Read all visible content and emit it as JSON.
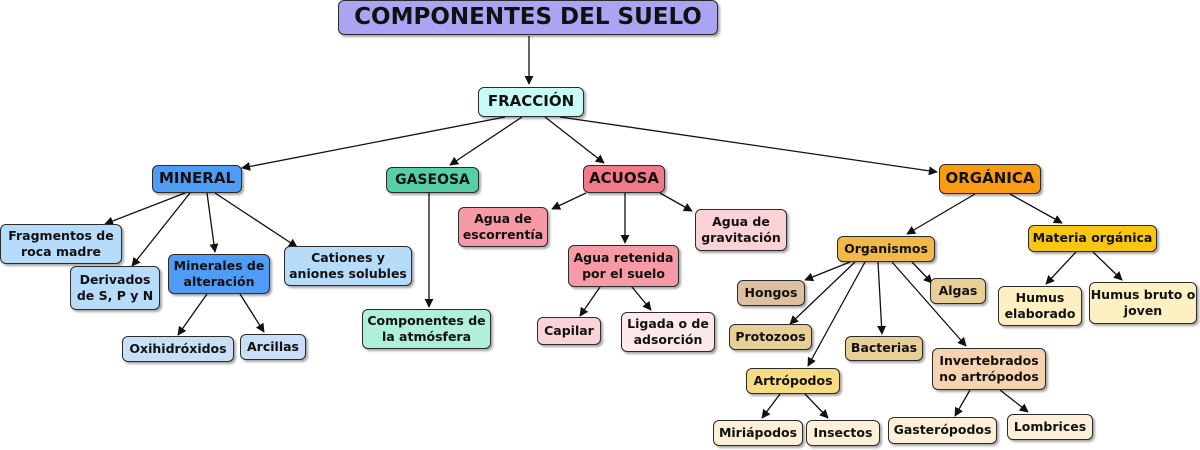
{
  "title": "COMPONENTES DEL SUELO",
  "fraccion": "FRACCIÓN",
  "mineral": {
    "label": "MINERAL",
    "fragmentos": "Fragmentos de roca madre",
    "derivados": "Derivados de S, P y N",
    "minerales_alteracion": "Minerales de alteración",
    "oxihidroxidos": "Oxihidróxidos",
    "arcillas": "Arcillas",
    "cationes": "Cationes y aniones solubles"
  },
  "gaseosa": {
    "label": "GASEOSA",
    "componentes": "Componentes de la atmósfera"
  },
  "acuosa": {
    "label": "ACUOSA",
    "escorrentia": "Agua de escorrentía",
    "gravitacion": "Agua de gravitación",
    "retenida": "Agua retenida por el suelo",
    "capilar": "Capilar",
    "ligada": "Ligada o de adsorción"
  },
  "organica": {
    "label": "ORGÁNICA",
    "organismos": "Organismos",
    "hongos": "Hongos",
    "algas": "Algas",
    "protozoos": "Protozoos",
    "bacterias": "Bacterias",
    "artropodos": "Artrópodos",
    "invertebrados": "Invertebrados no artrópodos",
    "miriapodos": "Miriápodos",
    "insectos": "Insectos",
    "gasteropodos": "Gasterópodos",
    "lombrices": "Lombrices",
    "materia": "Materia orgánica",
    "humus_elaborado": "Humus elaborado",
    "humus_bruto": "Humus bruto o joven"
  },
  "colors": {
    "title": "#a9a5f2",
    "fraccion": "#c8fbf8",
    "mineral": "#4e9cf6",
    "mineral_child": "#b6dcfa",
    "mineral_sub": "#c9dff7",
    "gaseosa": "#57cfa6",
    "gaseosa_child": "#aef0d8",
    "acuosa": "#f27a88",
    "acuosa_child": "#f69aa5",
    "acuosa_pale": "#fbd3d7",
    "acuosa_leaf": "#fde8ea",
    "organica": "#f99c13",
    "organismos": "#f1b948",
    "tan": "#dcc0a0",
    "sand": "#e8cf98",
    "yellow": "#f8dc80",
    "peach": "#f8d3b0",
    "cream": "#fdf0d8",
    "materia": "#f9c711",
    "humus": "#fdf0c2"
  }
}
